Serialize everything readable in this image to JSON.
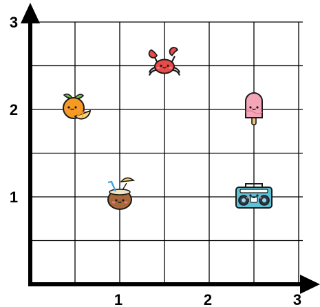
{
  "axes": {
    "x_ticks": [
      "1",
      "2",
      "3"
    ],
    "y_ticks": [
      "1",
      "2",
      "3"
    ],
    "x_range": [
      0,
      3
    ],
    "y_range": [
      0,
      3
    ],
    "grid_divisions_per_unit": 2,
    "grid": true
  },
  "items": [
    {
      "name": "crab",
      "x": 1.5,
      "y": 2.5,
      "icon": "crab-icon",
      "color": "#e94b4b"
    },
    {
      "name": "orange",
      "x": 0.5,
      "y": 2.0,
      "icon": "orange-icon",
      "color": "#f59a22"
    },
    {
      "name": "popsicle",
      "x": 2.5,
      "y": 2.0,
      "icon": "popsicle-icon",
      "color": "#f4a5b8"
    },
    {
      "name": "coconut drink",
      "x": 1.0,
      "y": 1.0,
      "icon": "coconut-drink-icon",
      "color": "#a8683a"
    },
    {
      "name": "boombox",
      "x": 2.5,
      "y": 1.0,
      "icon": "boombox-icon",
      "color": "#5cc3d6"
    }
  ]
}
